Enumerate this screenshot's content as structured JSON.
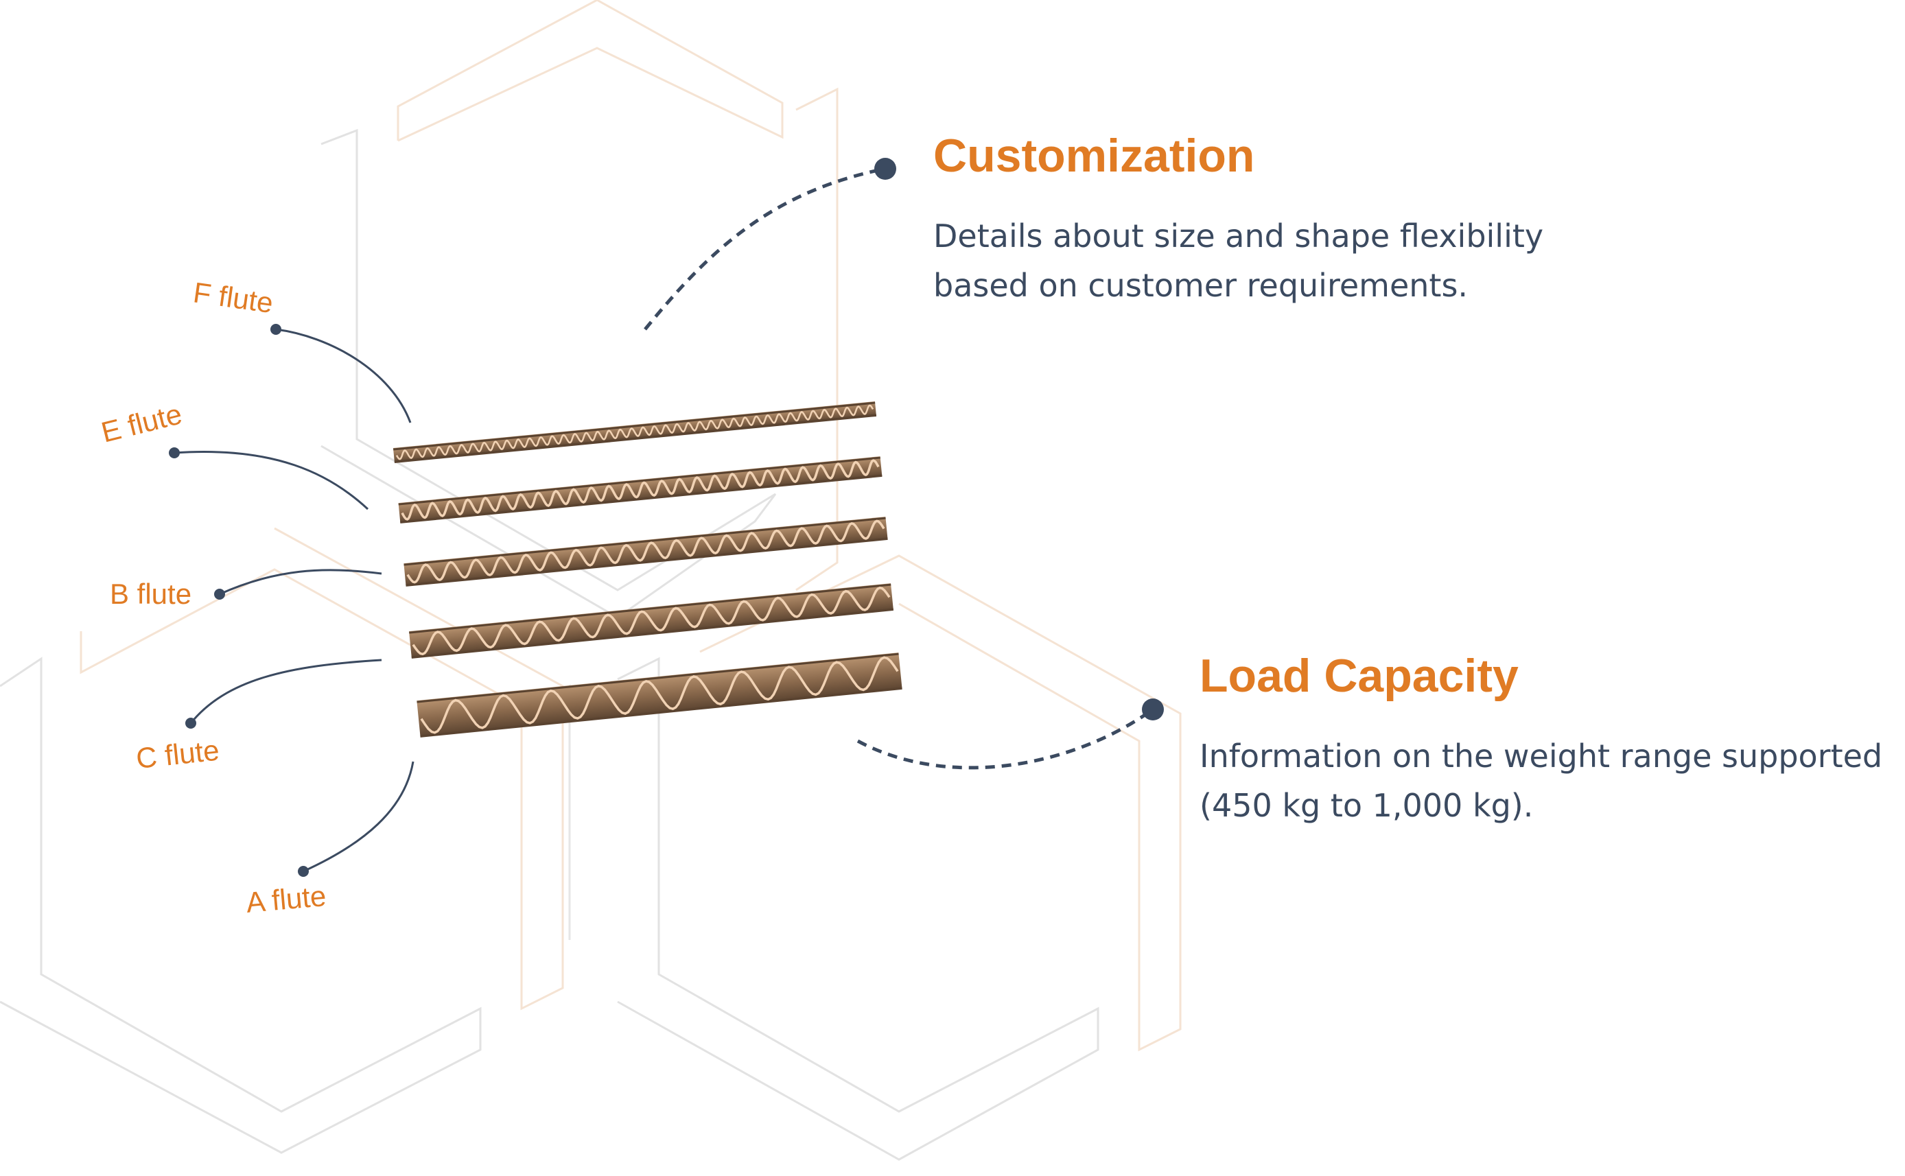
{
  "colors": {
    "accent": "#e07b24",
    "text": "#3b4a60",
    "line": "#3b4a60",
    "board_dark": "#5a4330",
    "board_mid": "#8b6a4d",
    "board_light": "#b89370",
    "wave": "#f1d2b4",
    "hex_grey": "#dcdcdc",
    "hex_peach": "#f6e2cf"
  },
  "flutes": [
    {
      "label": "F flute",
      "id": "f",
      "wave_count": 42
    },
    {
      "label": "E flute",
      "id": "e",
      "wave_count": 27
    },
    {
      "label": "B flute",
      "id": "b",
      "wave_count": 19
    },
    {
      "label": "C flute",
      "id": "c",
      "wave_count": 14
    },
    {
      "label": "A flute",
      "id": "a",
      "wave_count": 10
    }
  ],
  "features": [
    {
      "title": "Customization",
      "description_lines": [
        "Details about size and shape flexibility",
        "based on customer requirements."
      ]
    },
    {
      "title": "Load Capacity",
      "description_lines": [
        "Information on the weight range supported",
        "(450 kg to 1,000 kg)."
      ]
    }
  ]
}
